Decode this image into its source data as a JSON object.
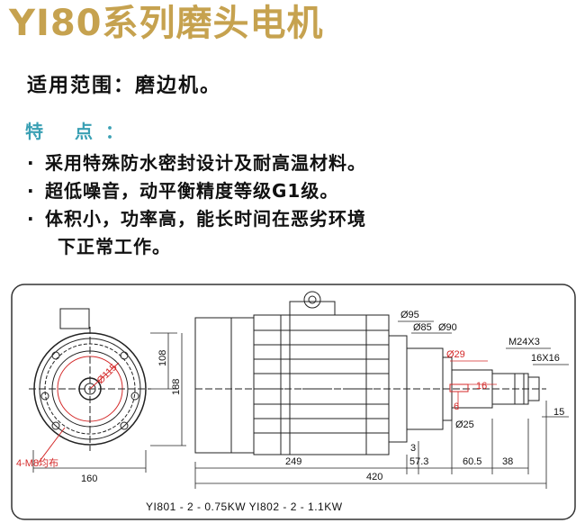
{
  "header": {
    "title": "YI80系列磨头电机"
  },
  "application": {
    "text": "适用范围：磨边机。"
  },
  "features": {
    "heading": "特 点：",
    "bullet": "·",
    "items": [
      "采用特殊防水密封设计及耐高温材料。",
      "超低噪音，动平衡精度等级G1级。",
      "体积小，功率高，能长时间在恶劣环境"
    ],
    "continuation": "下正常工作。"
  },
  "drawing": {
    "dims": {
      "d95": "Ø95",
      "d85": "Ø85",
      "d90": "Ø90",
      "d29": "Ø29",
      "d25": "Ø25",
      "m24": "M24X3",
      "k16": "16X16",
      "l15": "15",
      "h108": "108",
      "h188": "188",
      "w160": "160",
      "l249": "249",
      "l3": "3",
      "l57": "57.3",
      "l60": "60.5",
      "l38": "38",
      "l420": "420",
      "r15": "Ø115",
      "k16b": "16",
      "k6": "6",
      "holes": "4-M8均布"
    },
    "models": "YI801 - 2 - 0.75KW     YI802 - 2 - 1.1KW"
  }
}
